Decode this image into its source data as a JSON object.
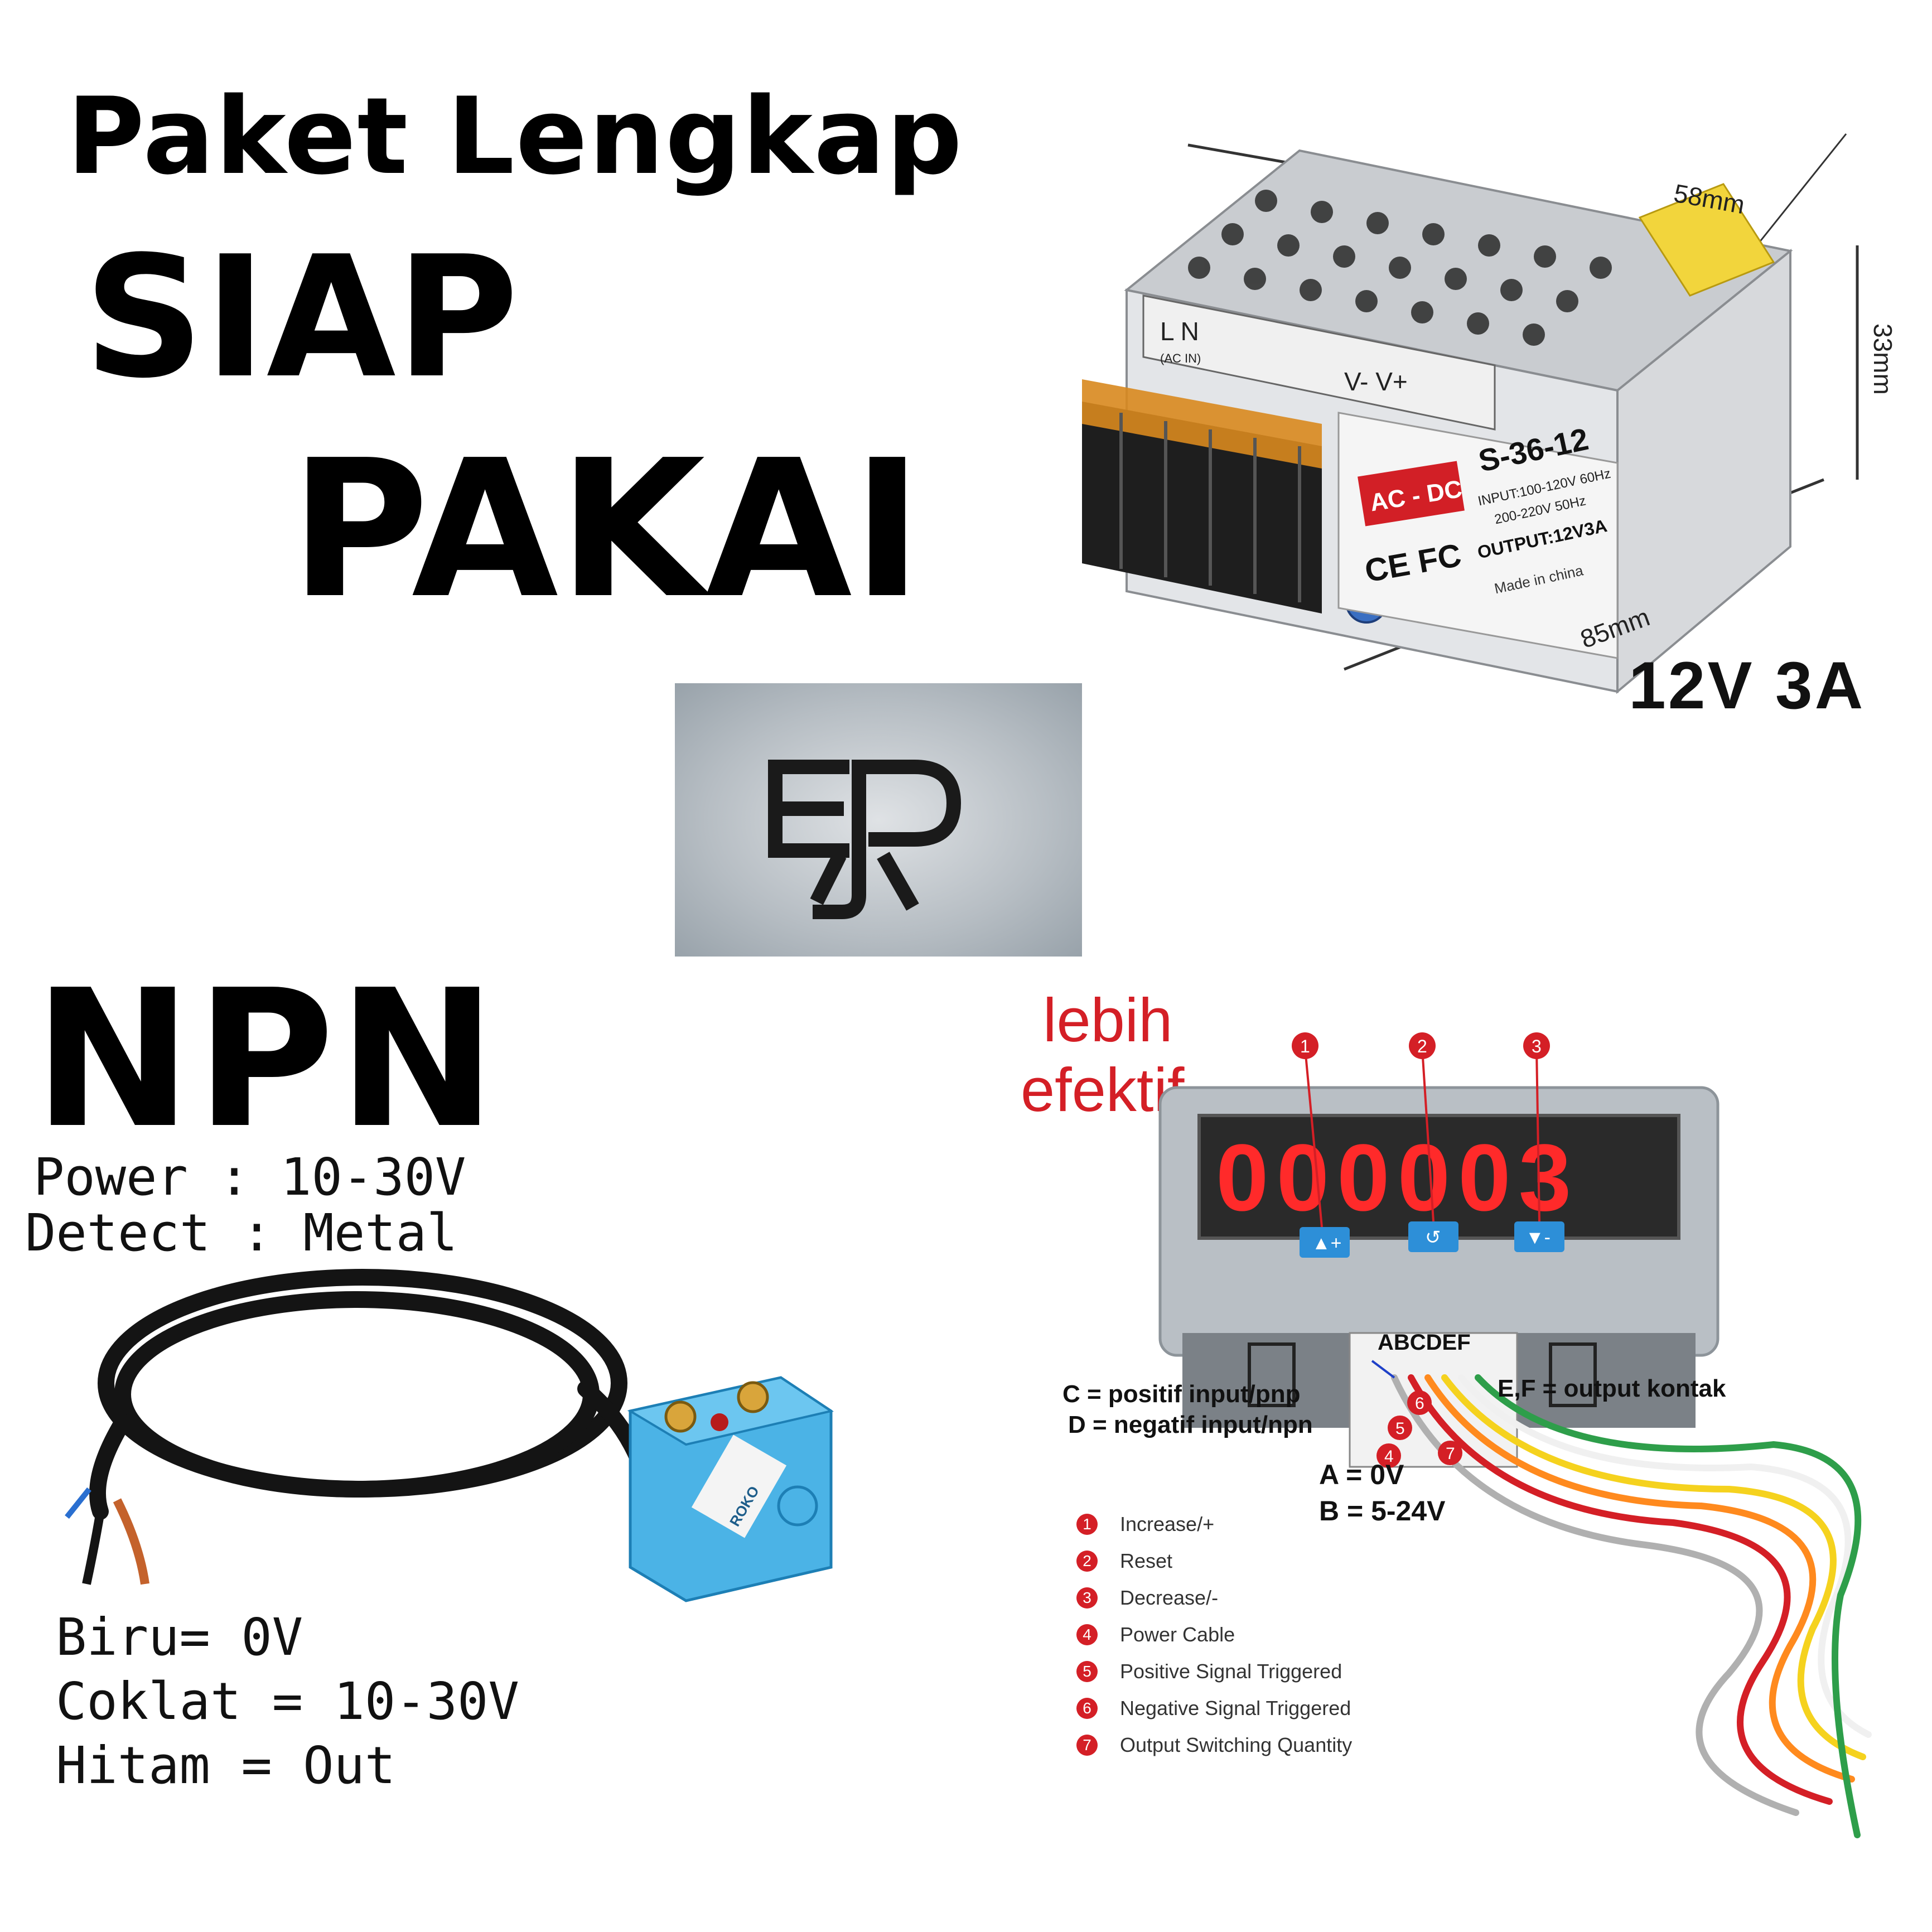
{
  "headline": {
    "line1": "Paket Lengkap",
    "line2": "SIAP",
    "line3": "PAKAI"
  },
  "psu": {
    "dim_top": "58mm",
    "dim_side": "33mm",
    "dim_bottom": "85mm",
    "model": "S-36-12",
    "badge": "AC - DC",
    "input1": "INPUT:100-120V 60Hz",
    "input2": "200-220V 50Hz",
    "output": "OUTPUT:12V3A",
    "ce": "CE FC",
    "made": "Made in china",
    "term_left": "L  N",
    "term_acin": "(AC IN)",
    "term_v": "V-  V+",
    "rating": "12V 3A"
  },
  "logo": {
    "text": "EP"
  },
  "sensor": {
    "type": "NPN",
    "power": "Power : 10-30V",
    "detect": "Detect : Metal",
    "brand": "ROKO",
    "wires": [
      "Biru= 0V",
      "Coklat = 10-30V",
      "Hitam = Out"
    ]
  },
  "counter": {
    "tagline1": "lebih",
    "tagline2": "efektif",
    "display": "000003",
    "button_nums": [
      "1",
      "2",
      "3"
    ],
    "terminals": "ABCDEF",
    "label_c": "C = positif input/pnp",
    "label_d": "D = negatif input/npn",
    "label_ef": "E,F = output kontak",
    "label_a": "A = 0V",
    "label_b": "B = 5-24V",
    "callouts": [
      "4",
      "5",
      "6",
      "7"
    ],
    "legend": [
      {
        "num": "1",
        "text": "Increase/+"
      },
      {
        "num": "2",
        "text": "Reset"
      },
      {
        "num": "3",
        "text": "Decrease/-"
      },
      {
        "num": "4",
        "text": "Power Cable"
      },
      {
        "num": "5",
        "text": "Positive Signal Triggered"
      },
      {
        "num": "6",
        "text": "Negative Signal Triggered"
      },
      {
        "num": "7",
        "text": "Output Switching Quantity"
      }
    ],
    "colors": {
      "red": "#d41f26",
      "blue": "#2d8fd8",
      "panel": "#b9bfc5",
      "led": "#ff2a2a"
    }
  }
}
